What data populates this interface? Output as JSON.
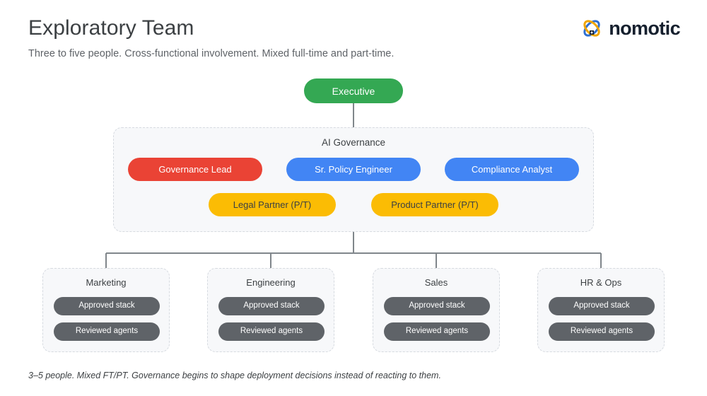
{
  "header": {
    "title": "Exploratory Team",
    "subtitle": "Three to five people. Cross-functional involvement. Mixed full-time and part-time."
  },
  "brand": {
    "name": "nomotic",
    "mark_icon": "nomotic-loop-icon",
    "mark_color_primary": "#2f6fd0",
    "mark_color_secondary": "#f0a500"
  },
  "chart_data": {
    "type": "diagram",
    "title": "Exploratory Team",
    "root": {
      "label": "Executive",
      "color": "#34a853"
    },
    "groups": [
      {
        "label": "AI Governance",
        "rows": [
          [
            {
              "label": "Governance Lead",
              "color": "#ea4335"
            },
            {
              "label": "Sr. Policy Engineer",
              "color": "#4285f4"
            },
            {
              "label": "Compliance Analyst",
              "color": "#4285f4"
            }
          ],
          [
            {
              "label": "Legal Partner (P/T)",
              "color": "#fbbc04"
            },
            {
              "label": "Product Partner (P/T)",
              "color": "#fbbc04"
            }
          ]
        ]
      }
    ],
    "departments": [
      {
        "label": "Marketing",
        "chips": [
          "Approved stack",
          "Reviewed agents"
        ]
      },
      {
        "label": "Engineering",
        "chips": [
          "Approved stack",
          "Reviewed agents"
        ]
      },
      {
        "label": "Sales",
        "chips": [
          "Approved stack",
          "Reviewed agents"
        ]
      },
      {
        "label": "HR & Ops",
        "chips": [
          "Approved stack",
          "Reviewed agents"
        ]
      }
    ]
  },
  "executive": {
    "label": "Executive"
  },
  "governance": {
    "title": "AI Governance",
    "row1": [
      {
        "label": "Governance Lead"
      },
      {
        "label": "Sr. Policy Engineer"
      },
      {
        "label": "Compliance Analyst"
      }
    ],
    "row2": [
      {
        "label": "Legal Partner (P/T)"
      },
      {
        "label": "Product Partner (P/T)"
      }
    ]
  },
  "departments": [
    {
      "label": "Marketing",
      "chips": [
        {
          "label": "Approved stack"
        },
        {
          "label": "Reviewed agents"
        }
      ]
    },
    {
      "label": "Engineering",
      "chips": [
        {
          "label": "Approved stack"
        },
        {
          "label": "Reviewed agents"
        }
      ]
    },
    {
      "label": "Sales",
      "chips": [
        {
          "label": "Approved stack"
        },
        {
          "label": "Reviewed agents"
        }
      ]
    },
    {
      "label": "HR & Ops",
      "chips": [
        {
          "label": "Approved stack"
        },
        {
          "label": "Reviewed agents"
        }
      ]
    }
  ],
  "footer": {
    "note": "3–5 people. Mixed FT/PT. Governance begins to shape deployment decisions instead of reacting to them."
  },
  "colors": {
    "green": "#34a853",
    "red": "#ea4335",
    "blue": "#4285f4",
    "yellow": "#fbbc04",
    "gray": "#5f6368",
    "group_fill": "#f7f8fa",
    "group_border": "#d6dae0",
    "connector": "#80868b"
  }
}
